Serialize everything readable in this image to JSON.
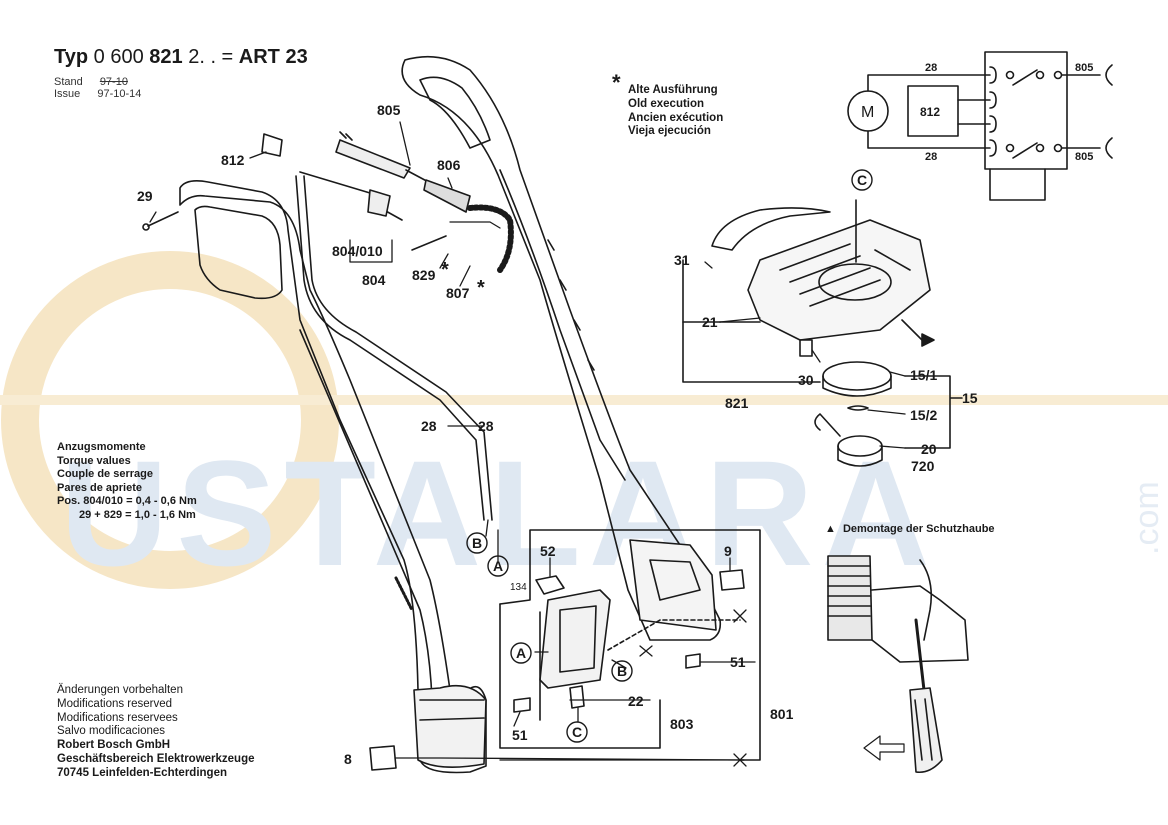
{
  "header": {
    "typ_prefix": "Typ",
    "part_number": "0 600",
    "part_number_bold": "821",
    "part_suffix": "2. . =",
    "art": "ART 23",
    "stand_label": "Stand",
    "stand_value": "97-10",
    "issue_label": "Issue",
    "issue_value": "97-10-14"
  },
  "legend": {
    "star": "*",
    "lines": [
      "Alte Ausführung",
      "Old execution",
      "Ancien exécution",
      "Vieja ejecución"
    ]
  },
  "torque": {
    "lines": [
      "Anzugsmomente",
      "Torque values",
      "Couple de serrage",
      "Pares de apriete"
    ],
    "spec1": "Pos. 804/010 = 0,4 - 0,6 Nm",
    "spec2": "29 + 829 = 1,0 - 1,6 Nm"
  },
  "footer": {
    "lines": [
      "Änderungen vorbehalten",
      "Modifications reserved",
      "Modifications reservees",
      "Salvo modificaciones"
    ],
    "company": [
      "Robert Bosch GmbH",
      "Geschäftsbereich Elektrowerkzeuge",
      "70745 Leinfelden-Echterdingen"
    ]
  },
  "demontage": {
    "marker": "▲",
    "text": "Demontage der Schutzhaube"
  },
  "watermark": {
    "text": "USTALARA",
    "suffix": ".com"
  },
  "schematic": {
    "motor": "M",
    "box": "812",
    "wire_top": "28",
    "wire_bottom": "28",
    "plug_top": "805",
    "plug_bottom": "805"
  },
  "labels": {
    "p805": "805",
    "p812": "812",
    "p806": "806",
    "p29": "29",
    "p804_010": "804/010",
    "p804": "804",
    "p829": "829",
    "p807": "807",
    "star1": "*",
    "star2": "*",
    "p28a": "28",
    "p28b": "28",
    "pB1": "B",
    "pA1": "A",
    "p52": "52",
    "p9": "9",
    "pA2": "A",
    "pB2": "B",
    "p134": "134",
    "p22": "22",
    "p51a": "51",
    "pC1": "C",
    "p51b": "51",
    "p803": "803",
    "p801": "801",
    "p8": "8",
    "pC2": "C",
    "p31": "31",
    "p21": "21",
    "p30": "30",
    "p821": "821",
    "p15_1": "15/1",
    "p15_2": "15/2",
    "p15": "15",
    "p20": "20",
    "p720": "720"
  }
}
